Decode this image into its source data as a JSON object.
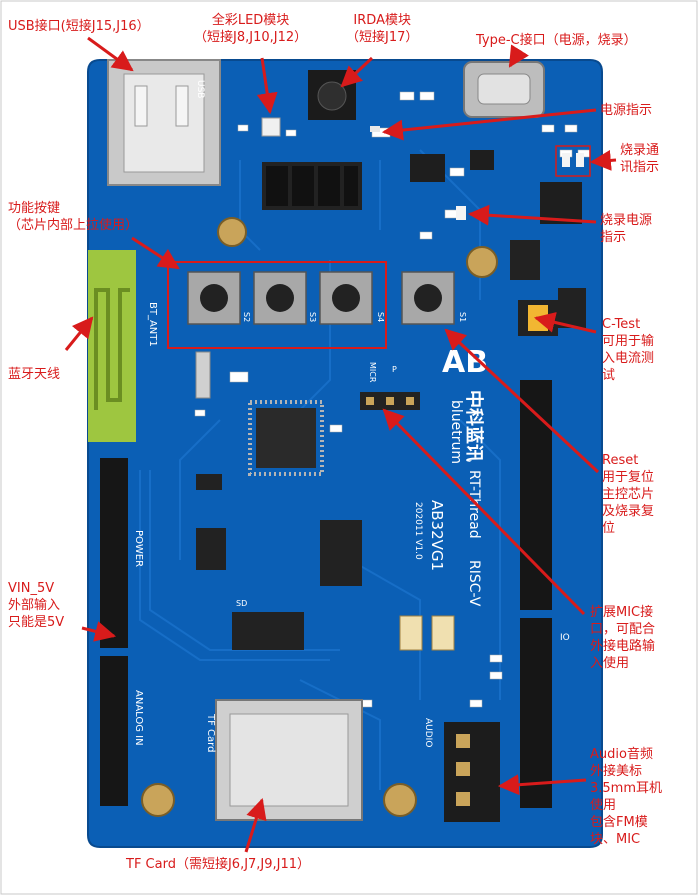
{
  "colors": {
    "annotation": "#d81b1b",
    "board": "#0b5fb5",
    "board_dark": "#084a8f",
    "antenna": "#9ec640",
    "silk": "#ffffff",
    "gold": "#c9a45a"
  },
  "annotations": {
    "usb": {
      "lines": [
        "USB接口(短接J15,J16）"
      ]
    },
    "rgb_led": {
      "lines": [
        "全彩LED模块",
        "（短接J8,J10,J12）"
      ]
    },
    "irda": {
      "lines": [
        "IRDA模块",
        "（短接J17）"
      ]
    },
    "typec": {
      "lines": [
        "Type-C接口（电源，烧录）"
      ]
    },
    "power_ind": {
      "lines": [
        "电源指示"
      ]
    },
    "burn_comm": {
      "lines": [
        "烧录通",
        "讯指示"
      ]
    },
    "burn_power": {
      "lines": [
        "烧录电源",
        "指示"
      ]
    },
    "func_keys": {
      "lines": [
        "功能按键",
        "（芯片内部上拉使用）"
      ]
    },
    "ctest": {
      "lines": [
        "C-Test",
        "可用于输",
        "入电流测",
        "试"
      ]
    },
    "bt_antenna": {
      "lines": [
        "蓝牙天线"
      ]
    },
    "reset": {
      "lines": [
        "Reset",
        "用于复位",
        "主控芯片",
        "及烧录复",
        "位"
      ]
    },
    "mic": {
      "lines": [
        "扩展MIC接",
        "口，可配合",
        "外接电路输",
        "入使用"
      ]
    },
    "vin": {
      "lines": [
        "VIN_5V",
        "外部输入",
        "只能是5V"
      ]
    },
    "audio": {
      "lines": [
        "Audio音频",
        "外接美标",
        "3.5mm耳机",
        "使用",
        "包含FM模",
        "块、MIC"
      ]
    },
    "tf": {
      "lines": [
        "TF Card（需短接J6,J7,J9,J11）"
      ]
    }
  },
  "board_silk": {
    "usb": "USB",
    "bt_ant": "BT_ANT1",
    "brand_cn": "中科蓝讯",
    "brand_en": "bluetrum",
    "rtthread": "RT-Thread",
    "riscv": "RISC-V",
    "model": "AB32VG1",
    "version": "202011  V1.0",
    "power": "POWER",
    "analog_in": "ANALOG IN",
    "tf_card": "TF Card",
    "audio": "AUDIO",
    "micr": "MICR",
    "p": "P",
    "key_labels": [
      "S2",
      "S3",
      "S4",
      "S1"
    ],
    "sd": "SD",
    "io": "IO"
  }
}
